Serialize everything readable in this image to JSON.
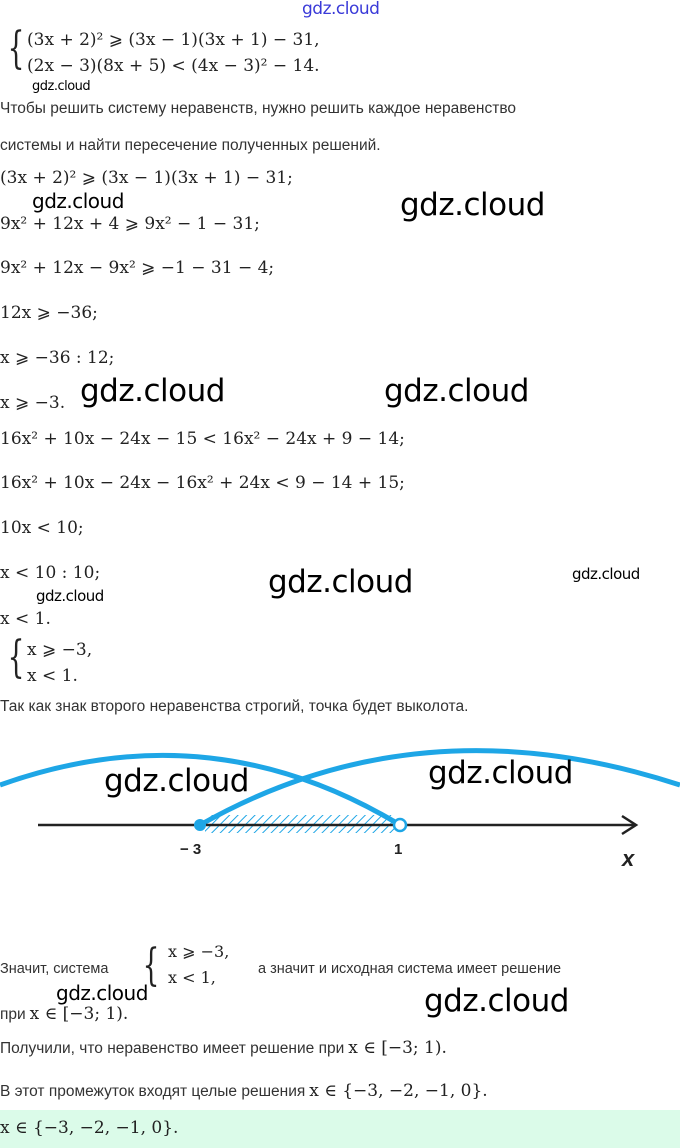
{
  "watermark_label": "gdz.cloud",
  "system_original": {
    "line1": "(3x + 2)² ⩾ (3x − 1)(3x + 1) − 31,",
    "line2": "(2x − 3)(8x + 5) < (4x − 3)² − 14."
  },
  "intro_text": {
    "line1": "Чтобы решить систему неравенств, нужно решить каждое неравенство",
    "line2": "системы и найти пересечение полученных решений."
  },
  "steps": [
    "(3x + 2)² ⩾ (3x − 1)(3x + 1) − 31;",
    "9x² + 12x + 4 ⩾ 9x² − 1 − 31;",
    "9x² + 12x − 9x² ⩾ −1 − 31 − 4;",
    "12x ⩾ −36;",
    "x ⩾ −36 : 12;",
    "x ⩾ −3.",
    "16x² + 10x − 24x − 15 < 16x² − 24x + 9 − 14;",
    "16x² + 10x − 24x − 16x² + 24x < 9 − 14 + 15;",
    "10x < 10;",
    "x < 10 : 10;",
    "x < 1."
  ],
  "system_result": {
    "line1": "x ⩾ −3,",
    "line2": "x < 1."
  },
  "strict_text": "Так как знак второго неравенства строгий, точка будет выколота.",
  "number_line": {
    "label_left": "− 3",
    "label_right": "1",
    "axis_label": "x",
    "accent": "#1ea6e6"
  },
  "conclusion": {
    "prefix": "Значит, система",
    "sys_line1": "x ⩾ −3,",
    "sys_line2": "x < 1,",
    "suffix": "а значит и исходная система имеет решение",
    "line2_prefix": "при",
    "line2_math": "x ∈ [−3; 1).",
    "got_prefix": "Получили, что неравенство имеет решение при",
    "got_math": "x ∈ [−3; 1).",
    "int_prefix": "В этот промежуток входят целые решения",
    "int_math": "x ∈ {−3, −2, −1, 0}."
  },
  "answer": "x ∈ {−3, −2, −1, 0}."
}
